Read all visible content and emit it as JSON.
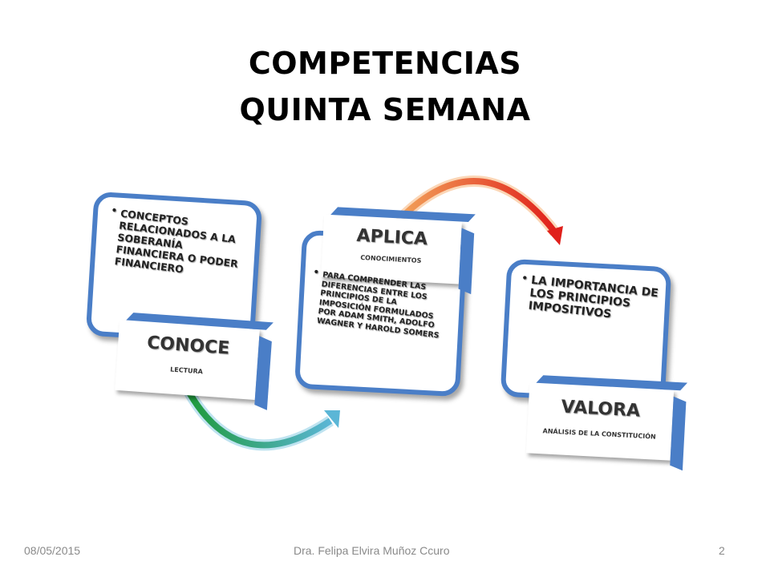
{
  "title": {
    "line1": "COMPETENCIAS",
    "line2": "QUINTA SEMANA"
  },
  "diagram": {
    "steps": [
      {
        "label": "CONOCE",
        "sublabel": "LECTURA",
        "text": "CONCEPTOS RELACIONADOS  A LA SOBERANÍA FINANCIERA O PODER FINANCIERO"
      },
      {
        "label": "APLICA",
        "sublabel": "CONOCIMIENTOS",
        "text": "PARA COMPRENDER LAS DIFERENCIAS ENTRE LOS PRINCIPIOS DE LA IMPOSICIÓN FORMULADOS POR ADAM SMITH, ADOLFO WAGNER Y HAROLD SOMERS"
      },
      {
        "label": "VALORA",
        "sublabel": "ANÁLISIS DE LA CONSTITUCIÓN",
        "text": "LA IMPORTANCIA DE LOS PRINCIPIOS IMPOSITIVOS"
      }
    ],
    "colors": {
      "card_border": "#4a7ec7",
      "arrow1_start": "#1f9a3c",
      "arrow1_end": "#5bb6d6",
      "arrow2_start": "#f2a35a",
      "arrow2_end": "#e0201b"
    }
  },
  "footer": {
    "date": "08/05/2015",
    "author": "Dra. Felipa  Elvira Muñoz Ccuro",
    "page": "2"
  }
}
